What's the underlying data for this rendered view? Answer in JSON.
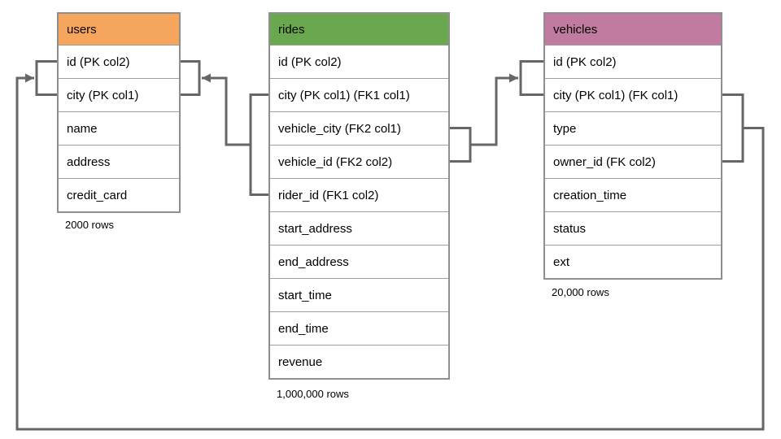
{
  "diagram": {
    "kind": "database-schema-erd",
    "line_color": "#666666",
    "border_color": "#8f8f8f",
    "tables": [
      {
        "name": "users",
        "header_color": "#f6a55c",
        "rows": [
          "id (PK col2)",
          "city (PK col1)",
          "name",
          "address",
          "credit_card"
        ],
        "footer": "2000 rows"
      },
      {
        "name": "rides",
        "header_color": "#6aa84f",
        "rows": [
          "id (PK col2)",
          "city (PK col1) (FK1 col1)",
          "vehicle_city (FK2 col1)",
          "vehicle_id (FK2 col2)",
          "rider_id (FK1 col2)",
          "start_address",
          "end_address",
          "start_time",
          "end_time",
          "revenue"
        ],
        "footer": "1,000,000 rows"
      },
      {
        "name": "vehicles",
        "header_color": "#c27ba0",
        "rows": [
          "id (PK col2)",
          "city (PK col1) (FK col1)",
          "type",
          "owner_id (FK col2)",
          "creation_time",
          "status",
          "ext"
        ],
        "footer": "20,000 rows"
      }
    ],
    "relationships": [
      {
        "name": "rides-to-users",
        "detail": "rides (city, rider_id) FK1 -> users (id, city)"
      },
      {
        "name": "rides-to-vehicles",
        "detail": "rides (vehicle_city, vehicle_id) FK2 -> vehicles (id, city)"
      },
      {
        "name": "vehicles-to-users",
        "detail": "vehicles (city, owner_id) FK -> users (id, city)"
      }
    ]
  }
}
